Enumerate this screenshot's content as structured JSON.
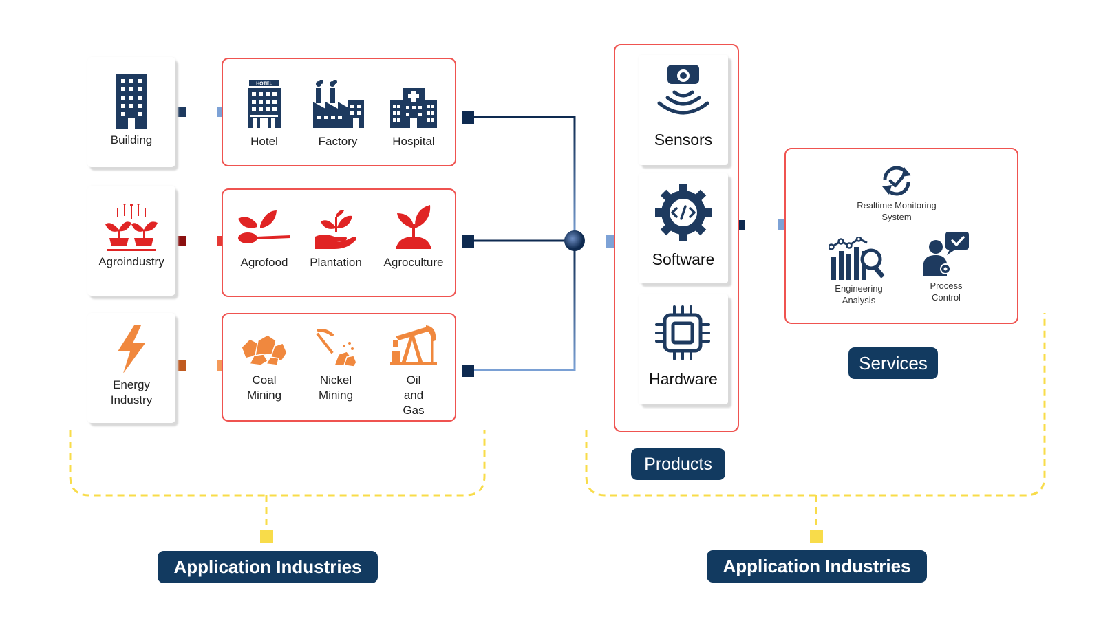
{
  "categories": [
    {
      "label": "Building",
      "color": "#1e3a5f",
      "icon": "building-icon",
      "items": [
        {
          "label": "Hotel",
          "icon": "hotel-icon"
        },
        {
          "label": "Factory",
          "icon": "factory-icon"
        },
        {
          "label": "Hospital",
          "icon": "hospital-icon"
        }
      ]
    },
    {
      "label": "Agroindustry",
      "color": "#e02424",
      "icon": "sprout-plants-icon",
      "items": [
        {
          "label": "Agrofood",
          "icon": "spoon-leaf-icon"
        },
        {
          "label": "Plantation",
          "icon": "hand-plant-icon"
        },
        {
          "label": "Agroculture",
          "icon": "seedling-icon"
        }
      ]
    },
    {
      "label": "Energy Industry",
      "color": "#f0883e",
      "icon": "lightning-icon",
      "items": [
        {
          "label": "Coal Mining",
          "icon": "coal-icon"
        },
        {
          "label": "Nickel Mining",
          "icon": "pickaxe-icon"
        },
        {
          "label": "Oil and Gas",
          "icon": "oil-pump-icon"
        }
      ]
    }
  ],
  "products": {
    "title": "Products",
    "items": [
      {
        "label": "Sensors",
        "icon": "sensor-icon"
      },
      {
        "label": "Software",
        "icon": "gear-code-icon"
      },
      {
        "label": "Hardware",
        "icon": "chip-icon"
      }
    ]
  },
  "services": {
    "title": "Services",
    "items": [
      {
        "label": "Realtime Monitoring System",
        "icon": "sync-check-icon"
      },
      {
        "label": "Engineering Analysis",
        "icon": "chart-magnifier-icon"
      },
      {
        "label": "Process Control",
        "icon": "person-chat-icon"
      }
    ]
  },
  "group_labels": [
    "Application Industries",
    "Application Industries"
  ],
  "colors": {
    "navy": "#123a60",
    "red_border": "#ef5350",
    "dashed": "#f8dc4a",
    "light_blue": "#7da2d6"
  }
}
